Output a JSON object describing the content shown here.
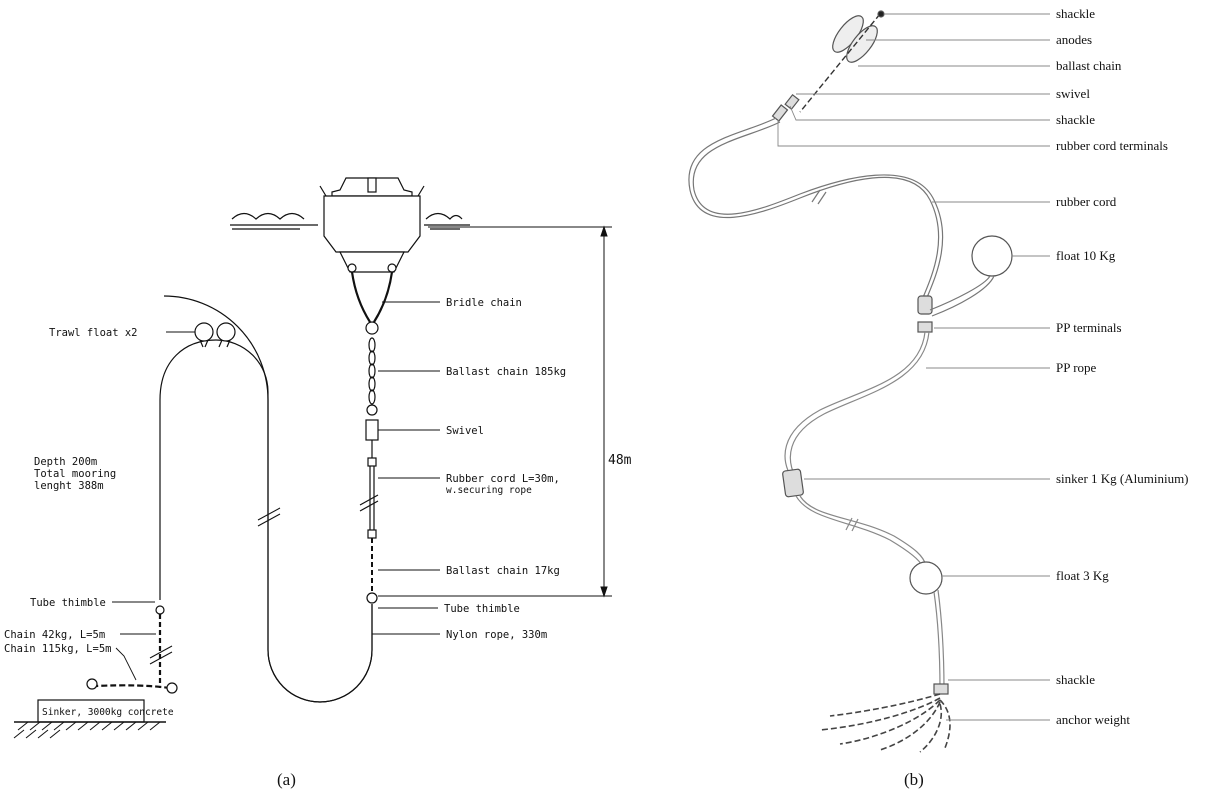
{
  "figure_a": {
    "caption": "(a)",
    "labels": {
      "trawl_float": "Trawl float x2",
      "depth": "Depth 200m",
      "total_1": "Total mooring",
      "total_2": "lenght 388m",
      "tube_thimble_left": "Tube thimble",
      "chain_42": "Chain 42kg, L=5m",
      "chain_115": "Chain 115kg, L=5m",
      "sinker": "Sinker, 3000kg concrete",
      "bridle_chain": "Bridle chain",
      "ballast_185": "Ballast chain 185kg",
      "swivel": "Swivel",
      "rubber_cord_1": "Rubber cord L=30m,",
      "rubber_cord_2": "w.securing rope",
      "ballast_17": "Ballast chain 17kg",
      "tube_thimble_right": "Tube thimble",
      "nylon_rope": "Nylon rope, 330m",
      "dimension": "48m"
    }
  },
  "figure_b": {
    "caption": "(b)",
    "labels": {
      "shackle_top": "shackle",
      "anodes": "anodes",
      "ballast_chain": "ballast chain",
      "swivel": "swivel",
      "shackle_2": "shackle",
      "rubber_cord_terminals": "rubber cord terminals",
      "rubber_cord": "rubber cord",
      "float_10": "float 10 Kg",
      "pp_terminals": "PP terminals",
      "pp_rope": "PP rope",
      "sinker_1": "sinker 1 Kg (Aluminium)",
      "float_3": "float 3 Kg",
      "shackle_bottom": "shackle",
      "anchor_weight": "anchor weight"
    }
  }
}
